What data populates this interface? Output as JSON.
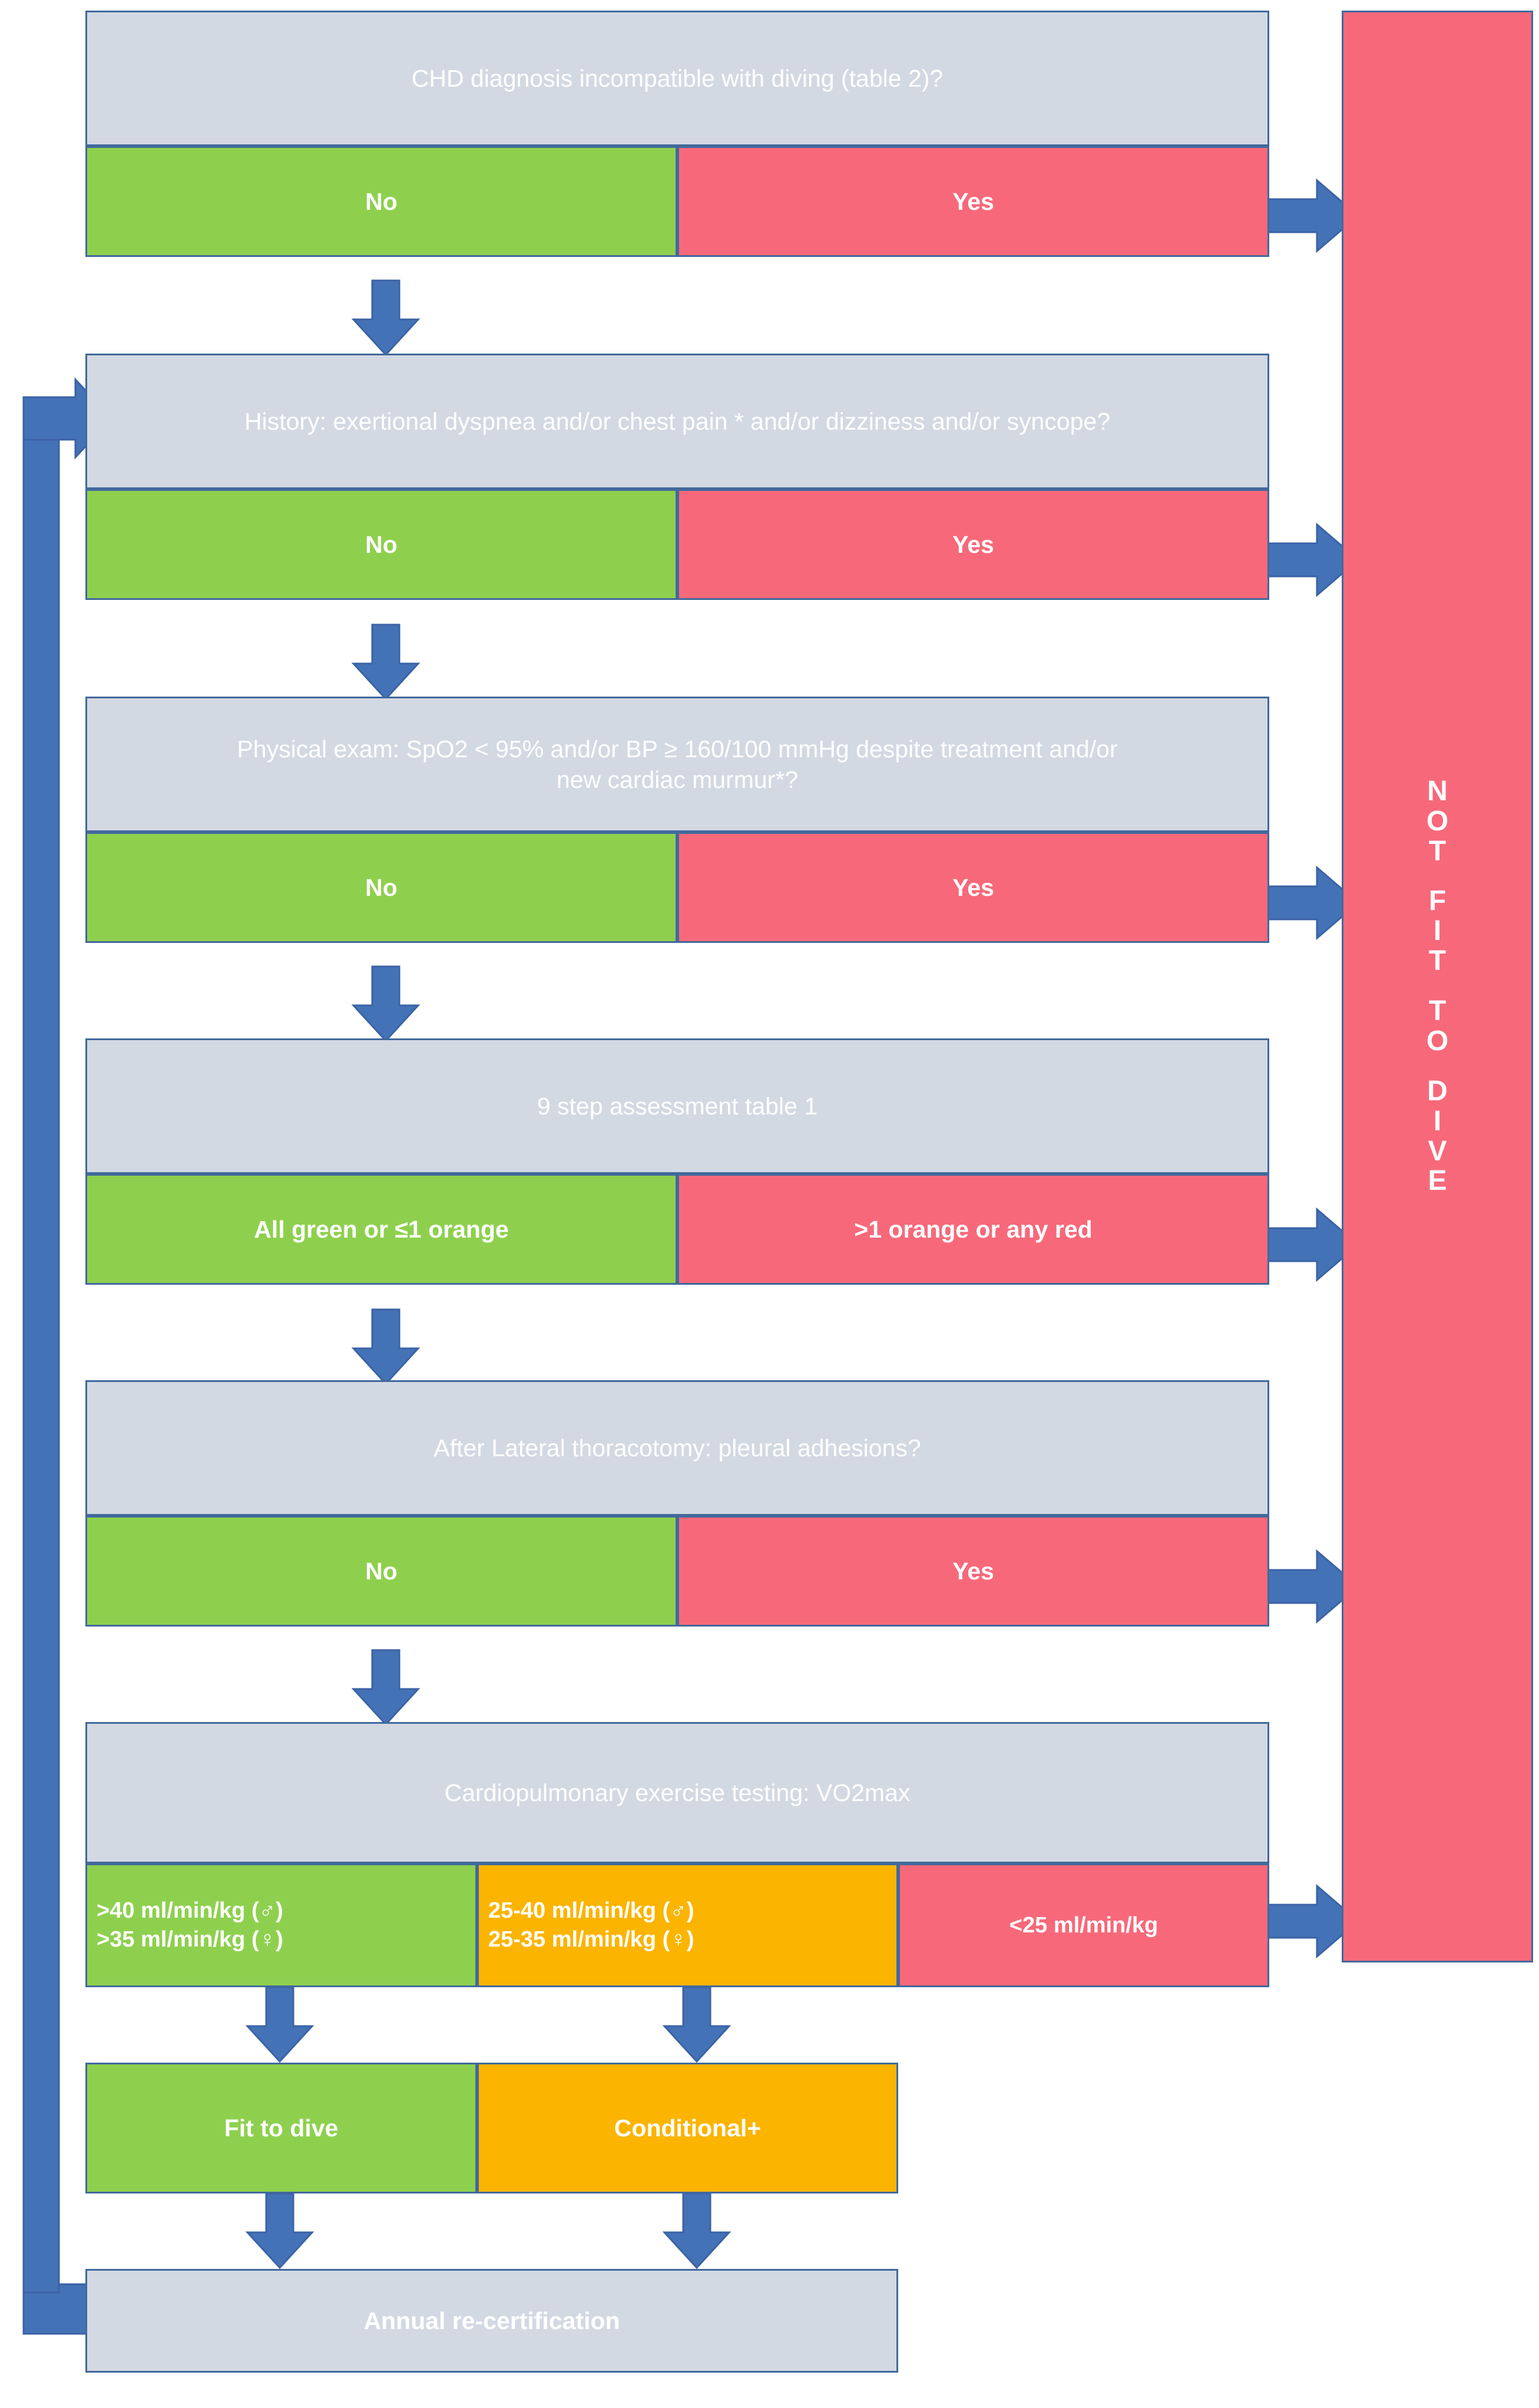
{
  "diagram": {
    "title": "Congenital heart disease diving fitness assessment flowchart",
    "colors": {
      "question": "#d3d9e3",
      "pass": "#8ed04e",
      "fail": "#f7697a",
      "conditional": "#fbb400",
      "connector": "#4472b6",
      "border": "#41699c",
      "text": "#ffffff"
    },
    "terminal": {
      "label": "NOT FIT TO DIVE",
      "letters": [
        "N",
        "O",
        "T",
        "F",
        "I",
        "T",
        "T",
        "O",
        "D",
        "I",
        "V",
        "E"
      ],
      "words": [
        "NOT",
        "FIT",
        "TO",
        "DIVE"
      ]
    },
    "steps": [
      {
        "id": "chd-diagnosis",
        "question": "CHD diagnosis incompatible with diving (table 2)?",
        "options": [
          {
            "id": "chd-no",
            "label": "No",
            "color": "pass"
          },
          {
            "id": "chd-yes",
            "label": "Yes",
            "color": "fail"
          }
        ]
      },
      {
        "id": "history",
        "question": "History: exertional dyspnea and/or chest pain * and/or dizziness and/or syncope?",
        "options": [
          {
            "id": "history-no",
            "label": "No",
            "color": "pass"
          },
          {
            "id": "history-yes",
            "label": "Yes",
            "color": "fail"
          }
        ]
      },
      {
        "id": "physical-exam",
        "question_line1": "Physical exam: SpO2 < 95% and/or BP ≥ 160/100 mmHg despite treatment and/or",
        "question_line2": "new cardiac murmur*?",
        "options": [
          {
            "id": "exam-no",
            "label": "No",
            "color": "pass"
          },
          {
            "id": "exam-yes",
            "label": "Yes",
            "color": "fail"
          }
        ]
      },
      {
        "id": "nine-step",
        "question": "9 step assessment table 1",
        "options": [
          {
            "id": "nine-step-pass",
            "label": "All green or ≤1 orange",
            "color": "pass"
          },
          {
            "id": "nine-step-fail",
            "label": ">1 orange or any red",
            "color": "fail"
          }
        ]
      },
      {
        "id": "thoracotomy",
        "question": "After Lateral thoracotomy: pleural adhesions?",
        "options": [
          {
            "id": "thoracotomy-no",
            "label": "No",
            "color": "pass"
          },
          {
            "id": "thoracotomy-yes",
            "label": "Yes",
            "color": "fail"
          }
        ]
      },
      {
        "id": "cpet",
        "question": "Cardiopulmonary exercise testing: VO2max",
        "options": [
          {
            "id": "cpet-pass",
            "color": "pass",
            "line1": ">40 ml/min/kg  (♂)",
            "line2": ">35 ml/min/kg (♀)"
          },
          {
            "id": "cpet-conditional",
            "color": "conditional",
            "line1": "25-40 ml/min/kg (♂)",
            "line2": "25-35 ml/min/kg (♀)"
          },
          {
            "id": "cpet-fail",
            "color": "fail",
            "line1": "<25 ml/min/kg",
            "line2": ""
          }
        ]
      }
    ],
    "outcomes": [
      {
        "id": "fit-to-dive",
        "label": "Fit to dive",
        "color": "pass"
      },
      {
        "id": "conditional",
        "label": "Conditional+",
        "color": "conditional"
      }
    ],
    "recertification": {
      "id": "annual-recertification",
      "label": "Annual re-certification",
      "color": "question"
    }
  }
}
